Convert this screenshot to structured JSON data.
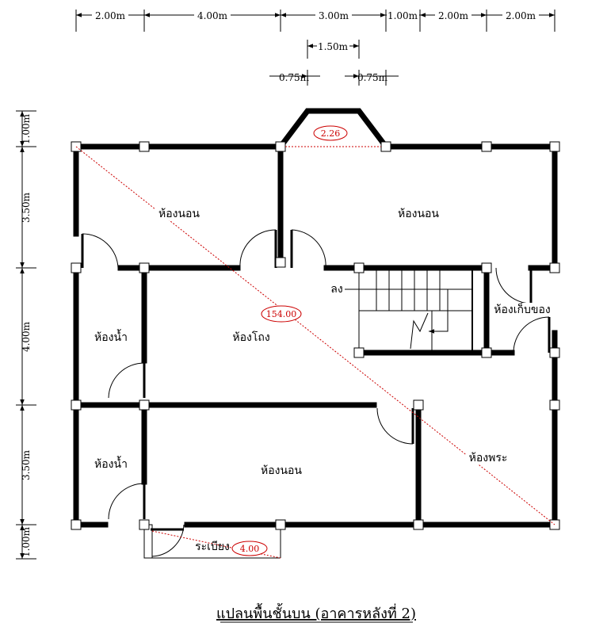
{
  "title": "แปลนพื้นชั้นบน (อาคารหลังที่ 2)",
  "dimensions": {
    "top": [
      "2.00m",
      "4.00m",
      "3.00m",
      "1.00m",
      "2.00m",
      "2.00m"
    ],
    "bay": "1.50m",
    "bay_side_left": "0.75m",
    "bay_side_right": "0.75m",
    "left": [
      "1.00m",
      "3.50m",
      "4.00m",
      "3.50m",
      "1.00m"
    ]
  },
  "rooms": {
    "bedroom_top_left": "ห้องนอน",
    "bedroom_top_right": "ห้องนอน",
    "bathroom_1": "ห้องน้ำ",
    "hall": "ห้องโถง",
    "storage": "ห้องเก็บของ",
    "bathroom_2": "ห้องน้ำ",
    "bedroom_bottom": "ห้องนอน",
    "shrine": "ห้องพระ",
    "balcony": "ระเบียง",
    "stair_down": "ลง"
  },
  "areas": {
    "bay": "2.26",
    "main": "154.00",
    "balcony": "4.00"
  },
  "colors": {
    "wall": "#000000",
    "annotation": "#cc0000"
  }
}
